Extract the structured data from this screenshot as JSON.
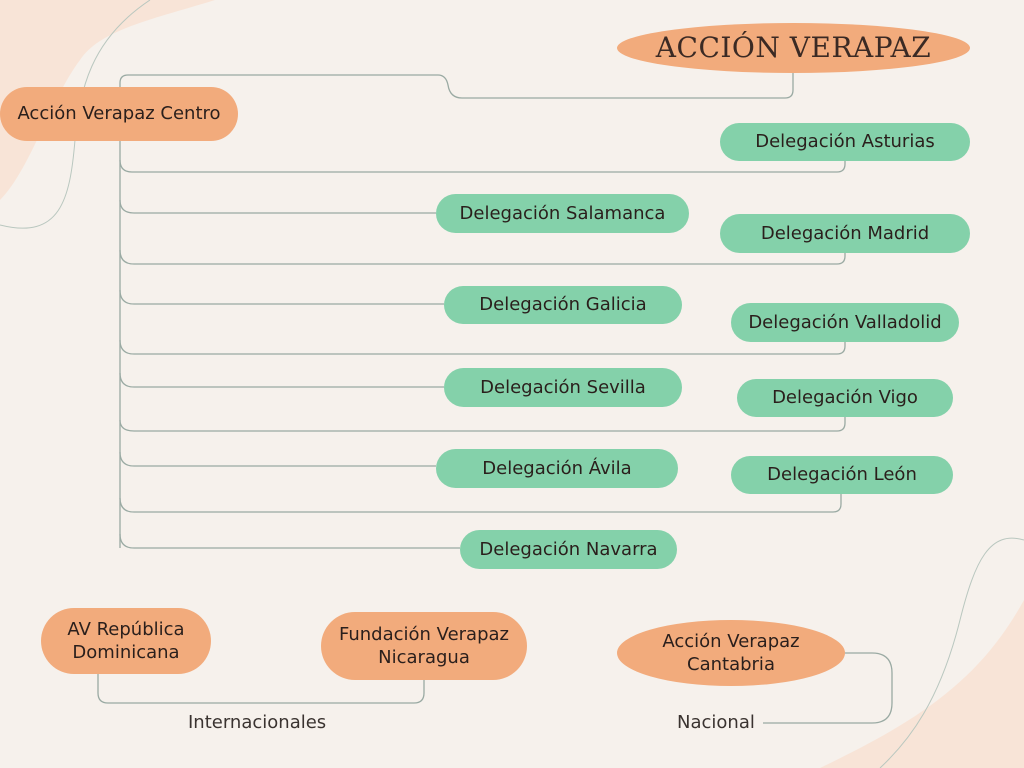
{
  "title": "ACCIÓN VERAPAZ",
  "center": "Acción Verapaz Centro",
  "delegations": {
    "asturias": "Delegación Asturias",
    "salamanca": "Delegación Salamanca",
    "madrid": "Delegación Madrid",
    "galicia": "Delegación Galicia",
    "valladolid": "Delegación Valladolid",
    "sevilla": "Delegación Sevilla",
    "vigo": "Delegación Vigo",
    "avila": "Delegación Ávila",
    "leon": "Delegación León",
    "navarra": "Delegación Navarra"
  },
  "international": {
    "label": "Internacionales",
    "dominicana": "AV República Dominicana",
    "nicaragua": "Fundación Verapaz Nicaragua"
  },
  "national": {
    "label": "Nacional",
    "cantabria": "Acción Verapaz Cantabria"
  },
  "colors": {
    "background": "#f6f1ec",
    "orange": "#f2ab7c",
    "green": "#84d1aa",
    "line": "#9aaaa3"
  }
}
